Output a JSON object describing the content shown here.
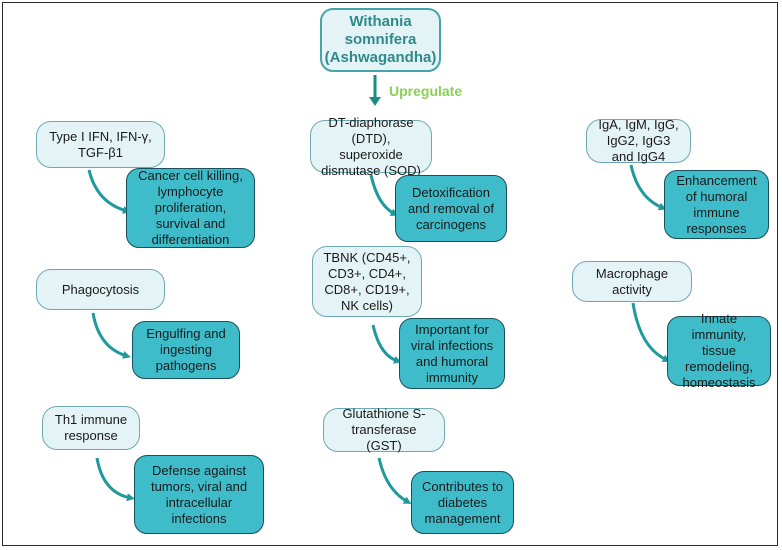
{
  "title": "Withania somnifera (Ashwagandha)",
  "upregulate": "Upregulate",
  "colors": {
    "accent_teal": "#3fbcc9",
    "light_box": "#e4f3f6",
    "upregulate_green": "#8ccf57"
  },
  "columns": [
    {
      "pairs": [
        {
          "cause": "Type I IFN, IFN-γ, TGF-β1",
          "effect": "Cancer cell killing, lymphocyte proliferation, survival and differentiation"
        },
        {
          "cause": "Phagocytosis",
          "effect": "Engulfing and ingesting pathogens"
        },
        {
          "cause": "Th1 immune response",
          "effect": "Defense against tumors, viral and intracellular infections"
        }
      ]
    },
    {
      "pairs": [
        {
          "cause": "DT-diaphorase (DTD), superoxide dismutase (SOD)",
          "effect": "Detoxification and removal of carcinogens"
        },
        {
          "cause": "TBNK (CD45+, CD3+, CD4+, CD8+, CD19+, NK cells)",
          "effect": "Important for viral infections and humoral immunity"
        },
        {
          "cause": "Glutathione S-transferase (GST)",
          "effect": "Contributes to diabetes management"
        }
      ]
    },
    {
      "pairs": [
        {
          "cause": "IgA, IgM, IgG, IgG2, IgG3 and IgG4",
          "effect": "Enhancement of humoral immune responses"
        },
        {
          "cause": "Macrophage activity",
          "effect": "Innate immunity, tissue remodeling, homeostasis"
        }
      ]
    }
  ]
}
